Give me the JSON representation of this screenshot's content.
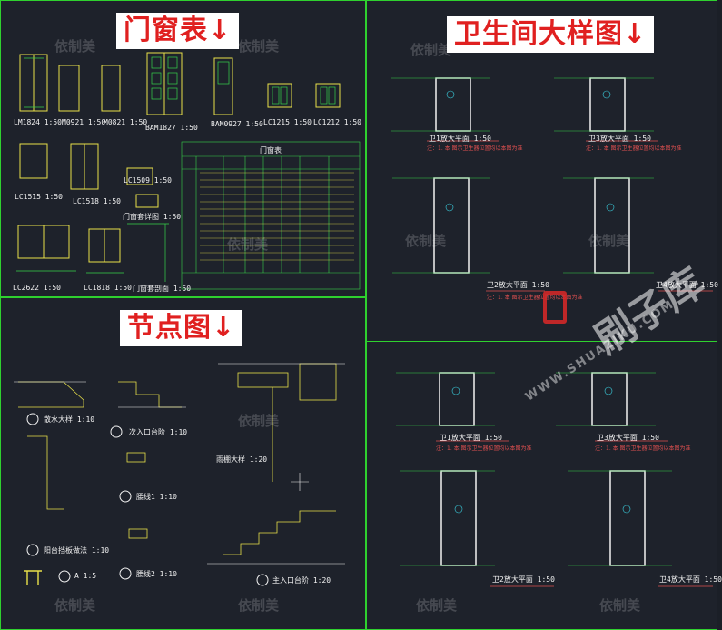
{
  "banners": {
    "doors": "门窗表↓",
    "bathroom": "卫生间大样图↓",
    "nodes": "节点图↓"
  },
  "door_labels": [
    "LM1824 1:50",
    "M0921 1:50",
    "M0821 1:50",
    "BAM1827 1:50",
    "BAM0927 1:50",
    "LC1215 1:50",
    "LC1212 1:50",
    "LC1515 1:50",
    "LC1509 1:50",
    "LC1518 1:50",
    "门窗套详图 1:50",
    "LC2622 1:50",
    "LC1818 1:50",
    "门窗套剖面 1:50"
  ],
  "door_table_title": "门窗表",
  "bath_labels": [
    "卫1放大平面 1:50",
    "卫3放大平面 1:50",
    "卫2放大平面 1:50",
    "卫4放大平面 1:50",
    "卫1放大平面 1:50",
    "卫3放大平面 1:50",
    "卫2放大平面 1:50",
    "卫4放大平面 1:50"
  ],
  "bath_note": "注：1. 本 图示卫生器位置均以本图为准",
  "node_labels": {
    "n1": "散水大样 1:10",
    "n2": "次入口台阶 1:10",
    "n3": "阳台挡板做法 1:10",
    "n4": "腰线1 1:10",
    "n5": "腰线2 1:10",
    "n6": "主入口台阶 1:20",
    "canopy": "雨棚大样 1:20",
    "a": "A 1:5"
  },
  "watermark": "依制美",
  "logo": {
    "text": "刷子库",
    "url": "WWW.SHUAZIKU.COM"
  },
  "colors": {
    "panel_border": "#2fd12f",
    "banner_text": "#e02020",
    "line_yellow": "#e8e04a",
    "line_green": "#37d44a",
    "line_cyan": "#3cd8e8"
  }
}
